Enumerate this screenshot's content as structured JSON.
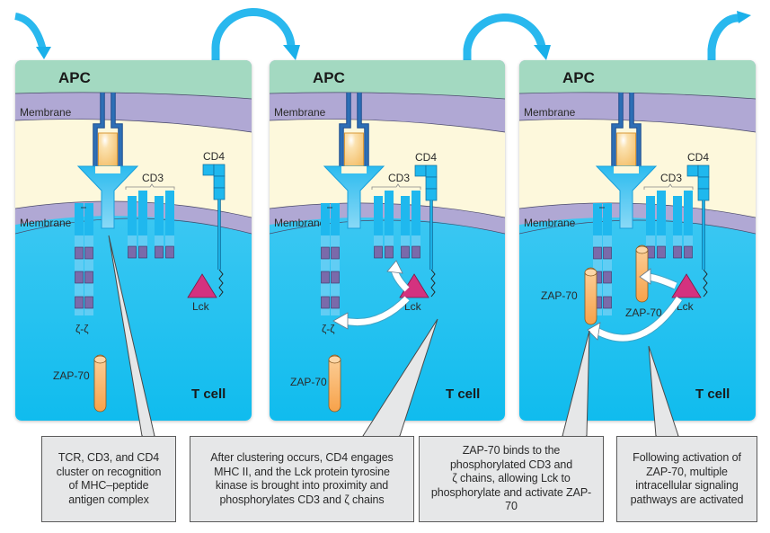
{
  "title": "T cell activation via TCR, CD3, CD4, Lck and ZAP-70",
  "colors": {
    "apc": "#a3d9c1",
    "membrane": "#b0a8d4",
    "extracellular": "#fdf8dc",
    "tcell": "#22c0f0",
    "receptor_blue": "#1db5ec",
    "mhc_dark_blue": "#2d6fb5",
    "peptide_orange": "#f6c06a",
    "itam_purple": "#7a6aaa",
    "lck_magenta": "#d4327f",
    "zap70_orange": "#f8a850",
    "callout_bg": "#e6e7e8",
    "flow_arrow": "#29b8ee"
  },
  "panels": [
    {
      "apc_label": "APC",
      "membrane_top_label": "Membrane",
      "membrane_bottom_label": "Membrane",
      "cd3_label": "CD3",
      "cd4_label": "CD4",
      "lck_label": "Lck",
      "zeta_label": "ζ-ζ",
      "zap70_labels": [
        "ZAP-70"
      ],
      "tcell_label": "T cell"
    },
    {
      "apc_label": "APC",
      "membrane_top_label": "Membrane",
      "membrane_bottom_label": "Membrane",
      "cd3_label": "CD3",
      "cd4_label": "CD4",
      "lck_label": "Lck",
      "zeta_label": "ζ-ζ",
      "zap70_labels": [
        "ZAP-70"
      ],
      "tcell_label": "T cell"
    },
    {
      "apc_label": "APC",
      "membrane_top_label": "Membrane",
      "membrane_bottom_label": "Membrane",
      "cd3_label": "CD3",
      "cd4_label": "CD4",
      "lck_label": "Lck",
      "zap70_labels": [
        "ZAP-70",
        "ZAP-70"
      ],
      "tcell_label": "T cell"
    }
  ],
  "callouts": [
    "TCR, CD3, and CD4\ncluster on recognition\nof MHC–peptide\nantigen complex",
    "After clustering occurs, CD4 engages\nMHC II, and the Lck protein tyrosine\nkinase is brought into proximity and\nphosphorylates CD3 and ζ chains",
    "ZAP-70 binds to the\nphosphorylated CD3 and\nζ chains, allowing Lck to\nphosphorylate and activate ZAP-70",
    "Following activation of\nZAP-70, multiple\nintracellular signaling\npathways are activated"
  ]
}
